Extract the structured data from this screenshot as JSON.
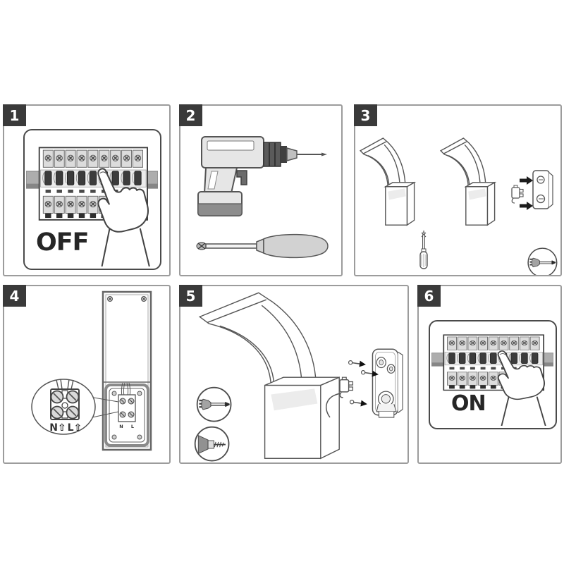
{
  "sheet": {
    "background": "#ffffff"
  },
  "colors": {
    "panel_border": "#9c9c9c",
    "frame_border": "#4a4a4a",
    "badge_background": "#3a3a3a",
    "badge_text": "#ffffff",
    "line_art": "#555555",
    "caption_text": "#262626",
    "toggle_dark": "#3c3c3c",
    "metal_light": "#dcdcdc",
    "rail_gray": "#adadad"
  },
  "panels": [
    {
      "number": "1",
      "caption": "OFF"
    },
    {
      "number": "2"
    },
    {
      "number": "3"
    },
    {
      "number": "4",
      "magnifier": {
        "neutral_label": "N⇧",
        "live_label": "L⇧"
      },
      "terminal": {
        "neutral_label": "N",
        "live_label": "L"
      }
    },
    {
      "number": "5"
    },
    {
      "number": "6",
      "caption": "ON"
    }
  ],
  "icons": {
    "screwdriver_circle": "screwdriver-in-circle",
    "wall_anchor_circle": "wall-anchor-screw-in-circle",
    "pointing_hand": "hand-pressing-breaker-switch",
    "magnifier": "zoom-ellipse",
    "direction_arrow": "➤"
  }
}
